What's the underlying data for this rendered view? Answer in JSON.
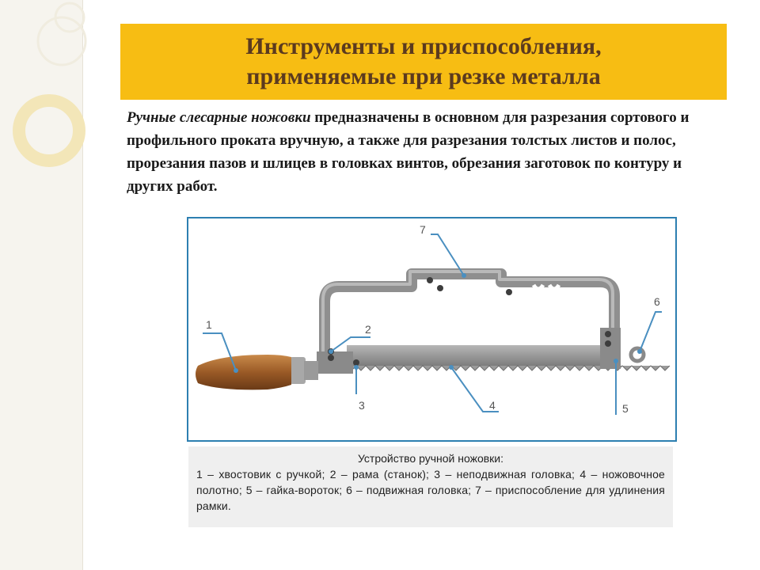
{
  "title": {
    "line1": "Инструменты и приспособления,",
    "line2": "применяемые при резке металла"
  },
  "intro": {
    "emphasis": "Ручные слесарные ножовки",
    "rest": " предназначены в основном для разрезания сортового и профильного проката вручную, а также для разрезания толстых листов и полос, прорезания пазов и шлицев в головках винтов, обрезания заготовок по контуру и других работ."
  },
  "figure": {
    "labels": [
      "1",
      "2",
      "3",
      "4",
      "5",
      "6",
      "7"
    ]
  },
  "caption": {
    "title": "Устройство ручной ножовки:",
    "body": "1 – хвостовик с ручкой; 2 – рама (станок); 3 – неподвижная головка; 4 – ножовочное полотно; 5 – гайка-вороток; 6 – подвижная головка; 7 – приспособление для удлинения рамки."
  },
  "colors": {
    "title_bar": "#f7bd13",
    "title_text": "#5b3a1f",
    "figure_border": "#2d7fb1",
    "leader_lines": "#4a8fc0",
    "handle": "#9a5a26"
  }
}
